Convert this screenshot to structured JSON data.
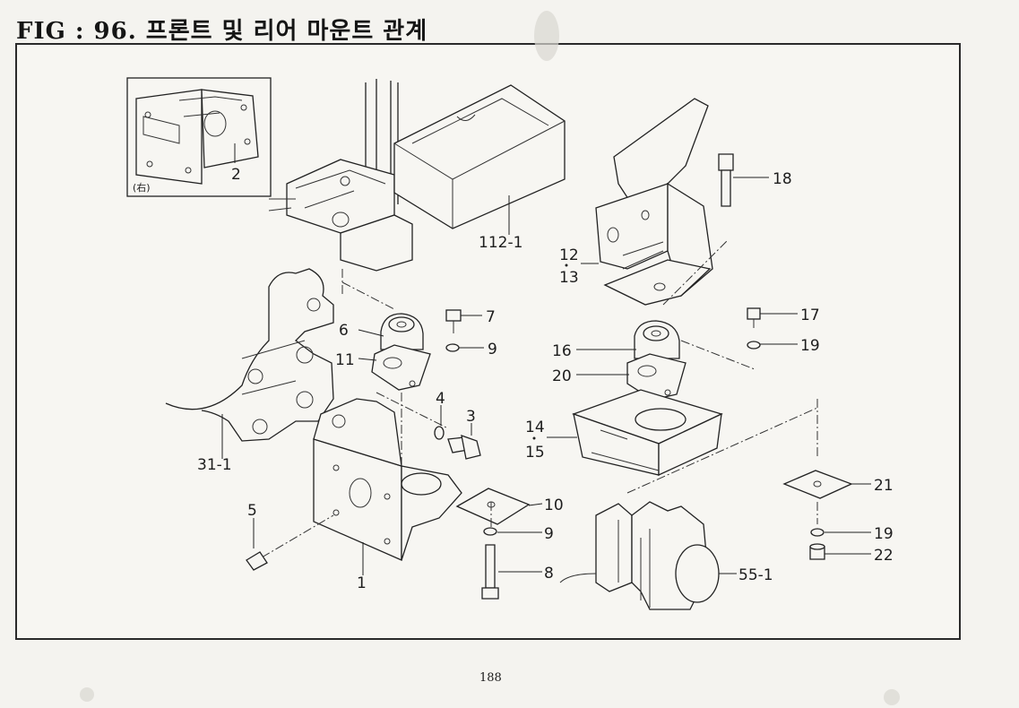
{
  "figure": {
    "title": "FIG : 96.  프론트 및 리어 마운트 관계",
    "page_number": "188",
    "inset_label": "(右)"
  },
  "parts": {
    "p112_1": "112-1",
    "p2": "2",
    "p12": "12",
    "p13": "13",
    "p18": "18",
    "p6": "6",
    "p7": "7",
    "p9a": "9",
    "p11": "11",
    "p4": "4",
    "p3": "3",
    "p31_1": "31-1",
    "p5": "5",
    "p1": "1",
    "p10": "10",
    "p9b": "9",
    "p8": "8",
    "p17": "17",
    "p19a": "19",
    "p16": "16",
    "p20": "20",
    "p14": "14",
    "p15": "15",
    "p21": "21",
    "p19b": "19",
    "p22": "22",
    "p55_1": "55-1"
  }
}
